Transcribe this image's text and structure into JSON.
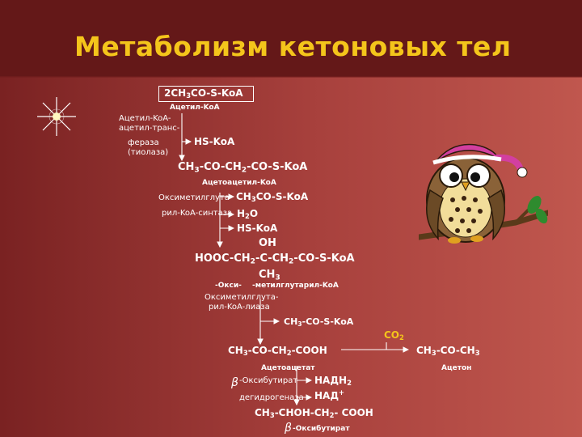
{
  "title": "Метаболизм кетоновых тел",
  "chart": {
    "start": {
      "pre": "2CH",
      "sub": "3",
      "post": "CO-S-KoA"
    },
    "acetyl_coa_label": "Ацетил-KoA",
    "enzyme1": {
      "line1": "Ацетил-KoA-",
      "line2": "ацетил-транс-",
      "line3": "фераза",
      "line4": "(тиолаза)"
    },
    "hs_coa_1": "HS-KoA",
    "acetoacetyl": {
      "a": "CH",
      "b": "3",
      "c": "-CO-CH",
      "d": "2",
      "e": "-CO-S-KoA"
    },
    "acetoacetyl_label": "Ацетоацетил-KoA",
    "enzyme2": {
      "line1": "Оксиметилглута-",
      "line2": "рил-KoA-синтаза"
    },
    "acetyl_coa_2": {
      "a": "CH",
      "b": "3",
      "c": "CO-S-KoA"
    },
    "water": {
      "a": "H",
      "b": "2",
      "c": "O"
    },
    "hs_coa_2": "HS-KoA",
    "oh": "OH",
    "hmg": {
      "a": "HOOC-CH",
      "b": "2",
      "c": "-C-CH",
      "d": "2",
      "e": "-CO-S-KoA"
    },
    "ch3_branch": {
      "a": "CH",
      "b": "3"
    },
    "hmg_label_left": "-Окси-",
    "hmg_label_right": "-метилглутарил-KoA",
    "enzyme3": {
      "line1": "Оксиметилглута-",
      "line2": "рил-KoA-лиаза"
    },
    "acetyl_coa_3": {
      "a": "CH",
      "b": "3",
      "c": "-CO-S-KoA"
    },
    "co2": {
      "a": "CO",
      "b": "2"
    },
    "acetoacetate": {
      "a": "CH",
      "b": "3",
      "c": "-CO-CH",
      "d": "2",
      "e": "-COOH"
    },
    "acetoacetate_label": "Ацетоацетат",
    "acetone": {
      "a": "CH",
      "b": "3",
      "c": "-CO-CH",
      "d": "3"
    },
    "acetone_label": "Ацетон",
    "enzyme4": {
      "line1": "-Оксибутират-",
      "line2": "дегидрогеназа"
    },
    "nadh": {
      "a": "НАДН",
      "b": "2"
    },
    "nad": {
      "a": "НАД",
      "b": "+"
    },
    "hydroxybutyrate": {
      "a": "CH",
      "b": "3",
      "c": "-CHOH-CH",
      "d": "2",
      "e": "- COOH"
    },
    "hydroxybutyrate_label": "-Оксибутират",
    "beta_symbol": "β"
  },
  "colors": {
    "title": "#f4c51b",
    "text": "#ffffff"
  },
  "icons": [
    "sparkle-star-icon",
    "owl-illustration"
  ]
}
